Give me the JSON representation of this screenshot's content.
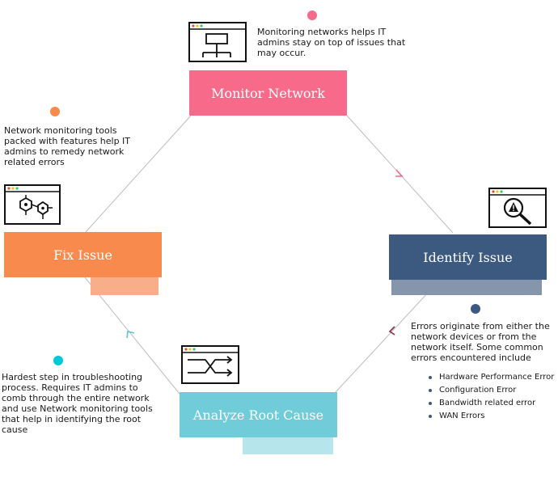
{
  "colors": {
    "monitor": "#f76a8a",
    "identify": "#3c5a80",
    "analyze": "#6fccd8",
    "fix": "#f78a4c"
  },
  "stages": {
    "monitor": {
      "label": "Monitor Network",
      "description": "Monitoring networks helps IT admins stay on top of issues that may occur.",
      "icon": "network-topology-icon"
    },
    "identify": {
      "label": "Identify Issue",
      "description": "Errors originate from either the network devices or from the network  itself. Some common errors  encountered include",
      "icon": "warning-magnifier-icon",
      "errors": [
        "Hardware Performance Error",
        "Configuration Error",
        "Bandwidth related error",
        "WAN Errors"
      ]
    },
    "analyze": {
      "label": "Analyze Root Cause",
      "description": "Hardest step in troubleshooting process. Requires IT admins to comb through the entire network and use Network monitoring tools that help in identifying the root cause",
      "icon": "crossing-arrows-icon"
    },
    "fix": {
      "label": "Fix Issue",
      "description": "Network monitoring tools packed with features help IT admins to remedy network related errors",
      "icon": "gears-icon"
    }
  }
}
